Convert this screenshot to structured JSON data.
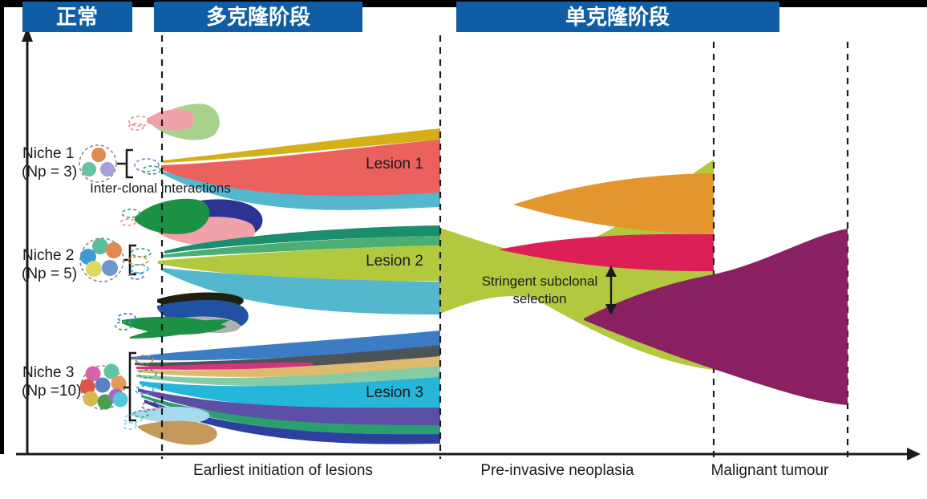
{
  "stages": [
    {
      "label": "正常"
    },
    {
      "label": "多克隆阶段"
    },
    {
      "label": "单克隆阶段"
    }
  ],
  "niches": [
    {
      "name": "Niche 1",
      "np_label": "(Np = 3)"
    },
    {
      "name": "Niche 2",
      "np_label": "(Np = 5)"
    },
    {
      "name": "Niche 3",
      "np_label": "(Np =10)"
    }
  ],
  "lesions": [
    {
      "label": "Lesion 1"
    },
    {
      "label": "Lesion 2"
    },
    {
      "label": "Lesion 3"
    }
  ],
  "annotations": {
    "inter_clonal": "Inter-clonal interactions",
    "stringent_line1": "Stringent subclonal",
    "stringent_line2": "selection"
  },
  "x_axis_labels": [
    {
      "label": "Earliest initiation of lesions"
    },
    {
      "label": "Pre-invasive neoplasia"
    },
    {
      "label": "Malignant tumour"
    }
  ],
  "colors": {
    "stage_blue": "#0f5da5",
    "ink": "#1a1a1a",
    "gold": "#d4af17",
    "salmon": "#eb615e",
    "cyan_light": "#55b7cd",
    "teal_dark": "#1b8e6e",
    "green_mid": "#4cae73",
    "lime": "#b2c93f",
    "orange_sub": "#e3962e",
    "crimson_sub": "#dc1f56",
    "maroon": "#8a2062",
    "blob_green_light": "#a8d28c",
    "blob_pink": "#f0a2ab",
    "blob_forest": "#1d9143",
    "blob_navy": "#2b3492",
    "blob_black": "#20200f",
    "blob_blue": "#2051a3",
    "blob_gray": "#b0b0b0",
    "blob_lightblue": "#a6d9ee",
    "blob_tan": "#c49a5a",
    "n3_blue": "#3c7cc5",
    "n3_gray": "#4e5359",
    "n3_magenta": "#d6337f",
    "n3_tan": "#ddba6e",
    "n3_seafoam": "#84cba6",
    "n3_cyan": "#26b6d9",
    "n3_purple": "#5b50a5",
    "n3_green": "#2aa06e",
    "n3_navy": "#2d3f9f",
    "dot_orange": "#e08a4f",
    "dot_teal": "#64c3a4",
    "dot_purple": "#a6a0d8",
    "dot_tealgreen": "#5cbd9a",
    "dot_blue": "#3f9bd5",
    "dot_yellowgreen": "#d9dc61",
    "dot_steel": "#6e97cd",
    "dot_magenta": "#d961ab",
    "dot_red": "#e25247",
    "dot_royal": "#5b80c4",
    "dot_orange2": "#e29a58",
    "dot_gold": "#d9b952",
    "dot_green": "#4e9e4f",
    "dot_violet": "#9a6cc0",
    "dot_cyan": "#57c6dc",
    "swirl_pink": "#ef8f99",
    "swirl_purple": "#8f86d0",
    "swirl_green": "#3aa876",
    "swirl_orange": "#e0862c",
    "swirl_cyan": "#35b0d8",
    "swirl_blue": "#4b7fd0",
    "swirl_magenta": "#cc4b9b",
    "swirl_lightblue": "#8fd0ea"
  }
}
